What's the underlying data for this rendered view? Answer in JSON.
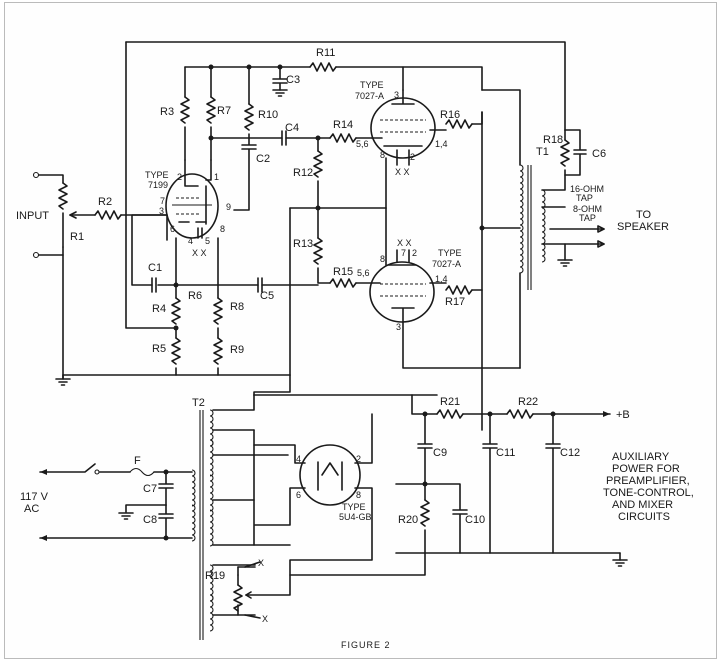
{
  "figure": {
    "caption": "FIGURE 2"
  },
  "labels": {
    "input": "INPUT",
    "to": "TO",
    "speaker": "SPEAKER",
    "tap16": "16-OHM",
    "tap8": "8-OHM",
    "tap": "TAP",
    "ac_v": "117 V",
    "ac": "AC",
    "plus_b": "+B",
    "aux": [
      "AUXILIARY",
      "POWER FOR",
      "PREAMPLIFIER,",
      "TONE-CONTROL,",
      "AND MIXER",
      "CIRCUITS"
    ]
  },
  "tubes": {
    "v1": {
      "type": "TYPE",
      "model": "7199",
      "pins": [
        "2",
        "1",
        "7",
        "9",
        "6",
        "8",
        "3",
        "4",
        "5"
      ]
    },
    "v2": {
      "type": "TYPE",
      "model": "7027-A",
      "pins": [
        "3",
        "8",
        "2",
        "5,6",
        "1,4"
      ]
    },
    "v3": {
      "type": "TYPE",
      "model": "7027-A",
      "pins": [
        "8",
        "7",
        "2",
        "5,6",
        "1,4",
        "3"
      ]
    },
    "rect": {
      "type": "TYPE",
      "model": "5U4-GB",
      "pins": [
        "4",
        "2",
        "6",
        "8"
      ]
    }
  },
  "components": {
    "resistors": [
      "R1",
      "R2",
      "R3",
      "R4",
      "R5",
      "R6",
      "R7",
      "R8",
      "R9",
      "R10",
      "R11",
      "R12",
      "R13",
      "R14",
      "R15",
      "R16",
      "R17",
      "R18",
      "R19",
      "R20",
      "R21",
      "R22"
    ],
    "capacitors": [
      "C1",
      "C2",
      "C3",
      "C4",
      "C5",
      "C6",
      "C7",
      "C8",
      "C9",
      "C10",
      "C11",
      "C12"
    ],
    "transformers": [
      "T1",
      "T2"
    ],
    "fuse": "F",
    "heater_marks": "X X",
    "x_mark": "X"
  }
}
